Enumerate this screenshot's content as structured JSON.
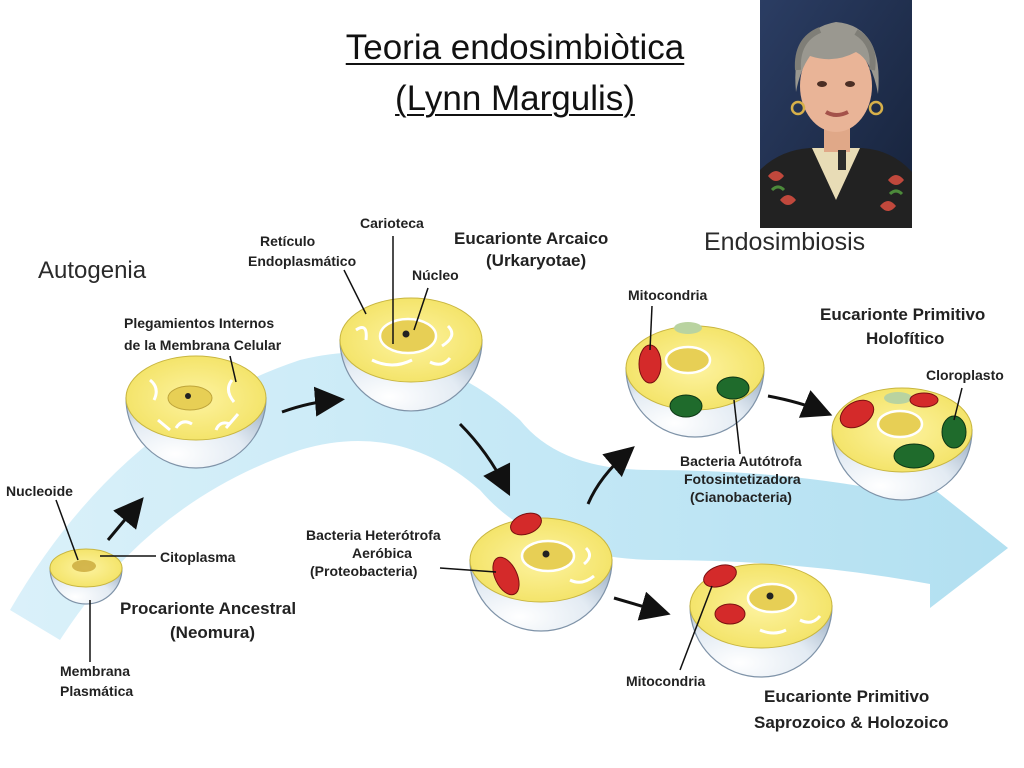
{
  "title": {
    "line1": "Teoria endosimbiòtica",
    "line2": "(Lynn Margulis)"
  },
  "sections": {
    "autogenia": "Autogenia",
    "endosimbiosis": "Endosimbiosis"
  },
  "labels": {
    "reticulo_1": "Retículo",
    "reticulo_2": "Endoplasmático",
    "carioteca": "Carioteca",
    "nucleo": "Núcleo",
    "arcaico_1": "Eucarionte Arcaico",
    "arcaico_2": "(Urkaryotae)",
    "plegamientos_1": "Plegamientos Internos",
    "plegamientos_2": "de la Membrana Celular",
    "mitocondria_top": "Mitocondria",
    "holofitico_1": "Eucarionte Primitivo",
    "holofitico_2": "Holofítico",
    "cloroplasto": "Cloroplasto",
    "nucleoide": "Nucleoide",
    "citoplasma": "Citoplasma",
    "bact_autotrofa_1": "Bacteria Autótrofa",
    "bact_autotrofa_2": "Fotosintetizadora",
    "bact_autotrofa_3": "(Cianobacteria)",
    "bact_hetero_1": "Bacteria Heterótrofa",
    "bact_hetero_2": "Aeróbica",
    "bact_hetero_3": "(Proteobacteria)",
    "procarionte_1": "Procarionte Ancestral",
    "procarionte_2": "(Neomura)",
    "membrana_1": "Membrana",
    "membrana_2": "Plasmática",
    "mitocondria_bottom": "Mitocondria",
    "saprozoico_1": "Eucarionte Primitivo",
    "saprozoico_2": "Saprozoico & Holozoico"
  },
  "colors": {
    "band": "#bfe6f5",
    "cytoplasm": "#f6ea78",
    "cell_shell": "#dfe8f1",
    "mitochondria": "#d42a2a",
    "chloroplast": "#1f6b2c"
  }
}
